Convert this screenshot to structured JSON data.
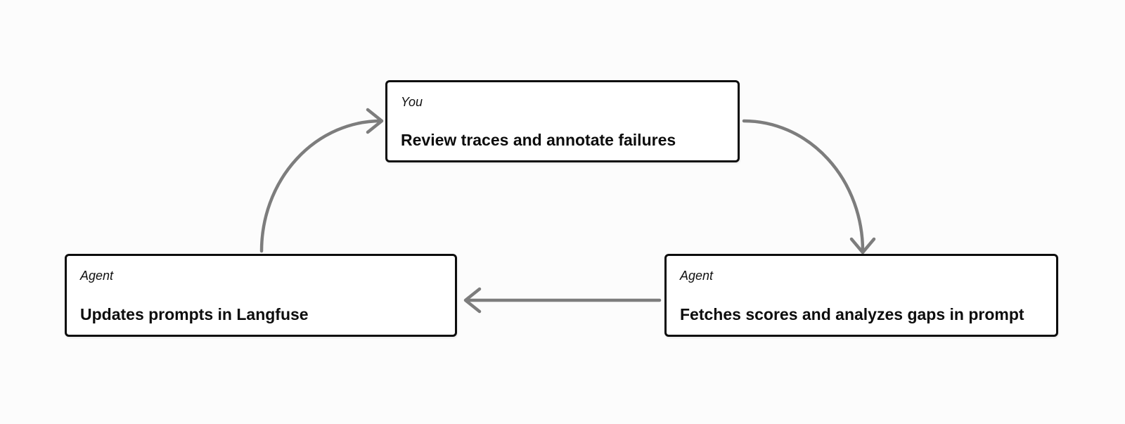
{
  "canvas": {
    "background_color": "#fcfcfc",
    "box_fill_color": "#ffffff",
    "box_border_color": "#0d0d0d",
    "arrow_color": "#7d7d7d"
  },
  "diagram": {
    "type": "cycle",
    "nodes": [
      {
        "id": "top",
        "role": "You",
        "title": "Review traces and annotate failures"
      },
      {
        "id": "bottom-right",
        "role": "Agent",
        "title": "Fetches scores and analyzes gaps in prompt"
      },
      {
        "id": "bottom-left",
        "role": "Agent",
        "title": "Updates prompts in Langfuse"
      }
    ],
    "edges": [
      {
        "from": "bottom-left",
        "to": "top",
        "shape": "curved"
      },
      {
        "from": "top",
        "to": "bottom-right",
        "shape": "curved"
      },
      {
        "from": "bottom-right",
        "to": "bottom-left",
        "shape": "straight"
      }
    ]
  }
}
